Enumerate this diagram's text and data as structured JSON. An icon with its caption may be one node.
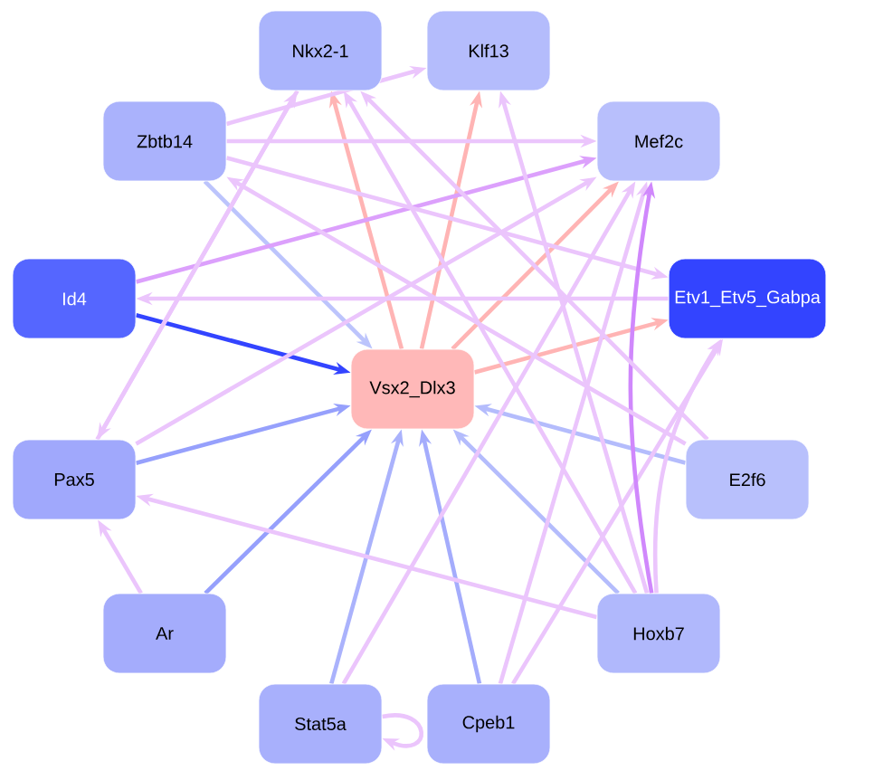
{
  "diagram": {
    "nodes": [
      {
        "text": [
          "Nkx2-1"
        ]
      },
      {
        "text": [
          "Klf13"
        ]
      },
      {
        "text": [
          "Zbtb14"
        ]
      },
      {
        "text": [
          "Mef2c"
        ]
      },
      {
        "text": [
          "Id4"
        ]
      },
      {
        "text": [
          "Etv1_Etv5_Gabpa"
        ]
      },
      {
        "text": [
          "Vsx2_Dlx3"
        ]
      },
      {
        "text": [
          "Pax5"
        ]
      },
      {
        "text": [
          "E2f6"
        ]
      },
      {
        "text": [
          "Ar"
        ]
      },
      {
        "text": [
          "Hoxb7"
        ]
      },
      {
        "text": [
          "Stat5a"
        ]
      },
      {
        "text": [
          "Cpeb1"
        ]
      }
    ],
    "edges": [
      {
        "from": 4,
        "to": 6,
        "arrow": "to",
        "color": "#3344ff"
      },
      {
        "from": 2,
        "to": 6,
        "arrow": "to",
        "color": "#bcc4fc"
      },
      {
        "from": 7,
        "to": 6,
        "arrow": "to",
        "color": "#96a0fc"
      },
      {
        "from": 9,
        "to": 6,
        "arrow": "to",
        "color": "#96a0fc"
      },
      {
        "from": 11,
        "to": 6,
        "arrow": "to",
        "color": "#aab2fc"
      },
      {
        "from": 12,
        "to": 6,
        "arrow": "to",
        "color": "#a4acfc"
      },
      {
        "from": 10,
        "to": 6,
        "arrow": "to",
        "color": "#b4bcfc"
      },
      {
        "from": 8,
        "to": 6,
        "arrow": "to",
        "color": "#b4bcfc"
      },
      {
        "from": 6,
        "to": 0,
        "arrow": "to",
        "color": "#ffb4b4"
      },
      {
        "from": 6,
        "to": 1,
        "arrow": "to",
        "color": "#ffb4b4"
      },
      {
        "from": 6,
        "to": 3,
        "arrow": "to",
        "color": "#ffb4b4"
      },
      {
        "from": 6,
        "to": 5,
        "arrow": "to",
        "color": "#ffb4b4"
      },
      {
        "from": 2,
        "to": 1,
        "arrow": "to"
      },
      {
        "from": 2,
        "to": 3,
        "arrow": "to"
      },
      {
        "from": 4,
        "to": 3,
        "arrow": "to",
        "color": "#dca0fc"
      },
      {
        "from": 5,
        "to": 4,
        "arrow": "to"
      },
      {
        "from": 2,
        "to": 5,
        "arrow": "to"
      },
      {
        "from": 7,
        "to": 3,
        "arrow": "to"
      },
      {
        "from": 7,
        "to": 0,
        "arrow": "to"
      },
      {
        "from": 0,
        "to": 7,
        "arrow": "to"
      },
      {
        "from": 9,
        "to": 7,
        "arrow": "to"
      },
      {
        "from": 10,
        "to": 7,
        "arrow": "to"
      },
      {
        "from": 11,
        "to": 11,
        "arrow": "to"
      },
      {
        "from": 11,
        "to": 3,
        "arrow": "to"
      },
      {
        "from": 12,
        "to": 3,
        "arrow": "to"
      },
      {
        "from": 12,
        "to": 5,
        "arrow": "to"
      },
      {
        "from": 10,
        "to": 3,
        "arrow": "to",
        "color": "#d088fc"
      },
      {
        "from": 10,
        "to": 5,
        "arrow": "to"
      },
      {
        "from": 10,
        "to": 1,
        "arrow": "to"
      },
      {
        "from": 10,
        "to": 0,
        "arrow": "to"
      },
      {
        "from": 8,
        "to": 0,
        "arrow": "to"
      },
      {
        "from": 8,
        "to": 2,
        "arrow": "to"
      }
    ]
  }
}
